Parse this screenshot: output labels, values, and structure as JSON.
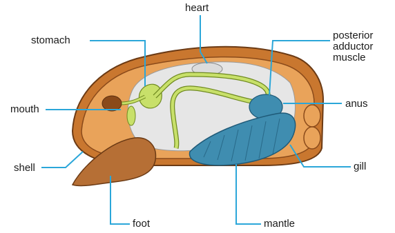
{
  "diagram": {
    "labels": {
      "heart": "heart",
      "stomach": "stomach",
      "posterior_adductor_muscle": "posterior\nadductor\nmuscle",
      "mouth": "mouth",
      "anus": "anus",
      "shell": "shell",
      "gill": "gill",
      "foot": "foot",
      "mantle": "mantle"
    },
    "colors": {
      "leader_line": "#2aa6d9",
      "shell": "#c9772f",
      "mantle": "#e9a35a",
      "inner_cavity": "#e6e6e6",
      "gut": "#c8e06a",
      "gill": "#3f8db0",
      "foot": "#b66f35",
      "outline": "#6b3a14"
    }
  }
}
